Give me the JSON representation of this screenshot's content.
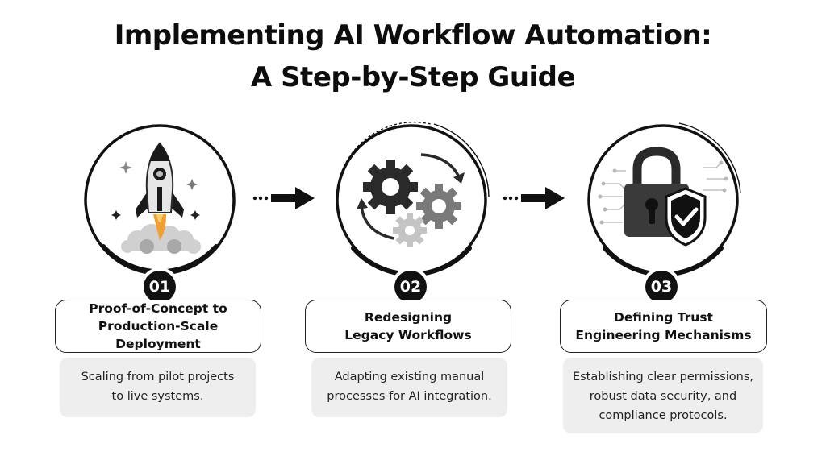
{
  "title": {
    "line1": "Implementing AI Workflow Automation:",
    "line2": "A Step-by-Step Guide"
  },
  "steps": [
    {
      "number": "01",
      "title_line1": "Proof-of-Concept to",
      "title_line2": "Production-Scale Deployment",
      "desc_line1": "Scaling from pilot projects",
      "desc_line2": "to live systems.",
      "icon": "rocket-icon"
    },
    {
      "number": "02",
      "title_line1": "Redesigning",
      "title_line2": "Legacy Workflows",
      "desc_line1": "Adapting existing manual",
      "desc_line2": "processes for AI integration.",
      "icon": "gears-cycle-icon"
    },
    {
      "number": "03",
      "title_line1": "Defining Trust",
      "title_line2": "Engineering Mechanisms",
      "desc_line1": "Establishing clear permissions,",
      "desc_line2": "robust data security, and",
      "desc_line3": "compliance protocols.",
      "icon": "padlock-shield-icon"
    }
  ],
  "colors": {
    "ink": "#111111",
    "desc_bg": "#eeeeee",
    "flame": "#f0a030"
  }
}
